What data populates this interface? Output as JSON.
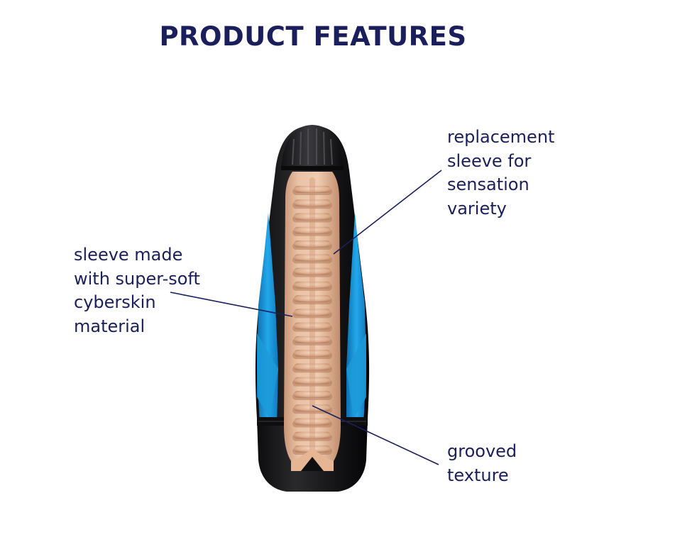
{
  "title": "PRODUCT FEATURES",
  "callouts": {
    "replacement": [
      "replacement",
      "sleeve for",
      "sensation",
      "variety"
    ],
    "sleeve_material": [
      "sleeve made",
      "with super-soft",
      "cyberskin",
      "material"
    ],
    "grooved": [
      "grooved",
      "texture"
    ]
  },
  "colors": {
    "title": "#1a1f5c",
    "text": "#1b1f5a",
    "casing": "#1c1c1e",
    "accent_blue": "#1e9fe3",
    "sleeve": "#e9b999"
  }
}
